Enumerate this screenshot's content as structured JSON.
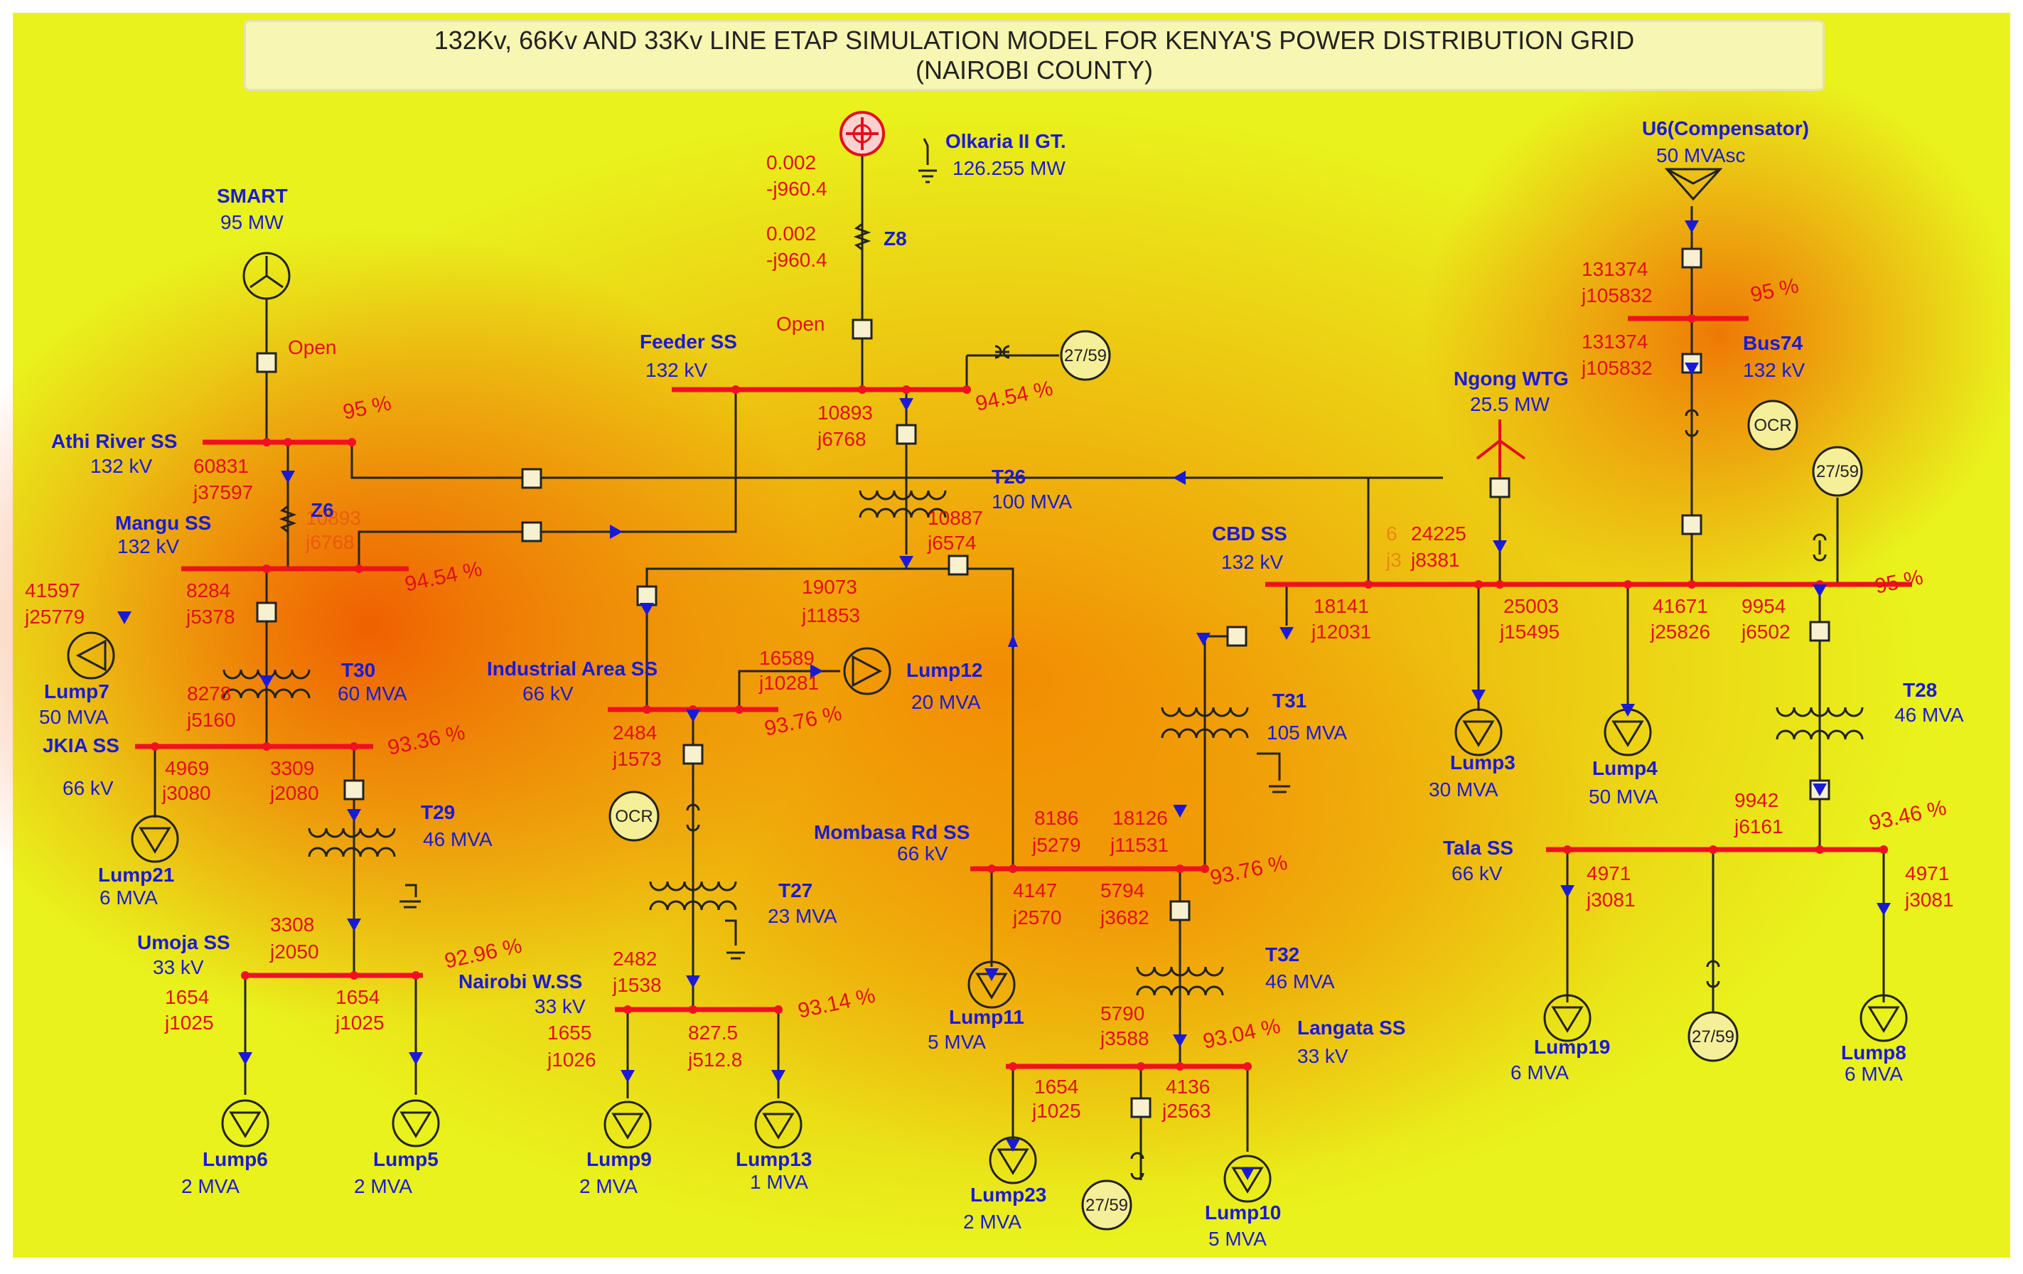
{
  "title": {
    "line1": "132Kv, 66Kv AND 33Kv LINE ETAP SIMULATION MODEL FOR KENYA'S POWER DISTRIBUTION GRID",
    "line2": "(NAIROBI COUNTY)"
  },
  "sources": {
    "smart": {
      "name": "SMART",
      "rating": "95 MW",
      "breaker": "Open"
    },
    "olkaria": {
      "name": "Olkaria II GT.",
      "rating": "126.255 MW",
      "flow_a_p": "0.002",
      "flow_a_q": "-j960.4",
      "flow_b_p": "0.002",
      "flow_b_q": "-j960.4",
      "impedance": "Z8",
      "breaker": "Open"
    },
    "u6": {
      "name": "U6(Compensator)",
      "rating": "50 MVAsc"
    },
    "ngong": {
      "name": "Ngong WTG",
      "rating": "25.5 MW"
    }
  },
  "buses": {
    "athi": {
      "name": "Athi River SS",
      "kv": "132 kV",
      "pct": "95 %",
      "p": "60831",
      "q": "j37597"
    },
    "mangu": {
      "name": "Mangu SS",
      "kv": "132 kV",
      "pct": "94.54 %",
      "p_l": "41597",
      "q_l": "j25779",
      "p": "8284",
      "q": "j5378",
      "ghost_p": "10893",
      "ghost_q": "j6768"
    },
    "feeder": {
      "name": "Feeder SS",
      "kv": "132 kV",
      "pct": "94.54 %",
      "p": "10893",
      "q": "j6768"
    },
    "bus74": {
      "name": "Bus74",
      "kv": "132 kV",
      "pct": "95 %",
      "p_top": "131374",
      "q_top": "j105832",
      "p": "131374",
      "q": "j105832"
    },
    "cbd": {
      "name": "CBD SS",
      "kv": "132 kV",
      "pct": "95 %",
      "p_in": "24225",
      "q_in": "j8381",
      "ghost_p": "6",
      "ghost_q": "j3",
      "p1": "18141",
      "q1": "j12031",
      "p2": "25003",
      "q2": "j15495",
      "p3": "41671",
      "q3": "j25826",
      "p4": "9954",
      "q4": "j6502"
    },
    "industrial": {
      "name": "Industrial Area SS",
      "kv": "66 kV",
      "pct": "93.76 %",
      "p_in": "19073",
      "q_in": "j11853",
      "p_out": "16589",
      "q_out": "j10281",
      "p": "2484",
      "q": "j1573"
    },
    "jkia": {
      "name": "JKIA SS",
      "kv": "66 kV",
      "pct": "93.36 %",
      "p_t": "8278",
      "q_t": "j5160",
      "p1": "4969",
      "q1": "j3080",
      "p2": "3309",
      "q2": "j2080"
    },
    "umoja": {
      "name": "Umoja SS",
      "kv": "33 kV",
      "pct": "92.96 %",
      "p_in": "3308",
      "q_in": "j2050",
      "p1": "1654",
      "q1": "j1025",
      "p2": "1654",
      "q2": "j1025"
    },
    "nairobiw": {
      "name": "Nairobi W.SS",
      "kv": "33 kV",
      "pct": "93.14 %",
      "p_in": "2482",
      "q_in": "j1538",
      "p1": "1655",
      "q1": "j1026",
      "p2": "827.5",
      "q2": "j512.8"
    },
    "mombasa": {
      "name": "Mombasa Rd SS",
      "kv": "66 kV",
      "pct": "93.76 %",
      "p1": "8186",
      "q1": "j5279",
      "p2": "18126",
      "q2": "j11531",
      "p3": "4147",
      "q3": "j2570",
      "p4": "5794",
      "q4": "j3682"
    },
    "langata": {
      "name": "Langata SS",
      "kv": "33 kV",
      "pct": "93.04 %",
      "p_in": "5790",
      "q_in": "j3588",
      "p1": "1654",
      "q1": "j1025",
      "p2": "4136",
      "q2": "j2563"
    },
    "tala": {
      "name": "Tala  SS",
      "kv": "66 kV",
      "pct": "93.46 %",
      "p_in": "9942",
      "q_in": "j6161",
      "p1": "4971",
      "q1": "j3081",
      "p2": "4971",
      "q2": "j3081"
    }
  },
  "transformers": {
    "t26": {
      "name": "T26",
      "rating": "100 MVA",
      "p": "10887",
      "q": "j6574"
    },
    "t30": {
      "name": "T30",
      "rating": "60 MVA"
    },
    "t29": {
      "name": "T29",
      "rating": "46 MVA"
    },
    "t27": {
      "name": "T27",
      "rating": "23 MVA"
    },
    "t31": {
      "name": "T31",
      "rating": "105 MVA"
    },
    "t32": {
      "name": "T32",
      "rating": "46 MVA"
    },
    "t28": {
      "name": "T28",
      "rating": "46 MVA"
    },
    "z6": {
      "name": "Z6"
    }
  },
  "relays": {
    "ov": "27/59",
    "oc": "OCR"
  },
  "loads": {
    "lump7": {
      "name": "Lump7",
      "rating": "50 MVA"
    },
    "lump21": {
      "name": "Lump21",
      "rating": "6 MVA"
    },
    "lump6": {
      "name": "Lump6",
      "rating": "2 MVA"
    },
    "lump5": {
      "name": "Lump5",
      "rating": "2 MVA"
    },
    "lump9": {
      "name": "Lump9",
      "rating": "2 MVA"
    },
    "lump13": {
      "name": "Lump13",
      "rating": "1 MVA"
    },
    "lump12": {
      "name": "Lump12",
      "rating": "20 MVA"
    },
    "lump11": {
      "name": "Lump11",
      "rating": "5 MVA"
    },
    "lump23": {
      "name": "Lump23",
      "rating": "2 MVA"
    },
    "lump10": {
      "name": "Lump10",
      "rating": "5 MVA"
    },
    "lump3": {
      "name": "Lump3",
      "rating": "30 MVA"
    },
    "lump4": {
      "name": "Lump4",
      "rating": "50 MVA"
    },
    "lump19": {
      "name": "Lump19",
      "rating": "6 MVA"
    },
    "lump8": {
      "name": "Lump8",
      "rating": "6 MVA"
    }
  },
  "colors": {
    "bus": "#f01020",
    "line": "#222222",
    "label_blue": "#1a1ad6",
    "label_red": "#e0101a",
    "heat_center": "#f26a00",
    "heat_edge": "#e9f51f"
  }
}
